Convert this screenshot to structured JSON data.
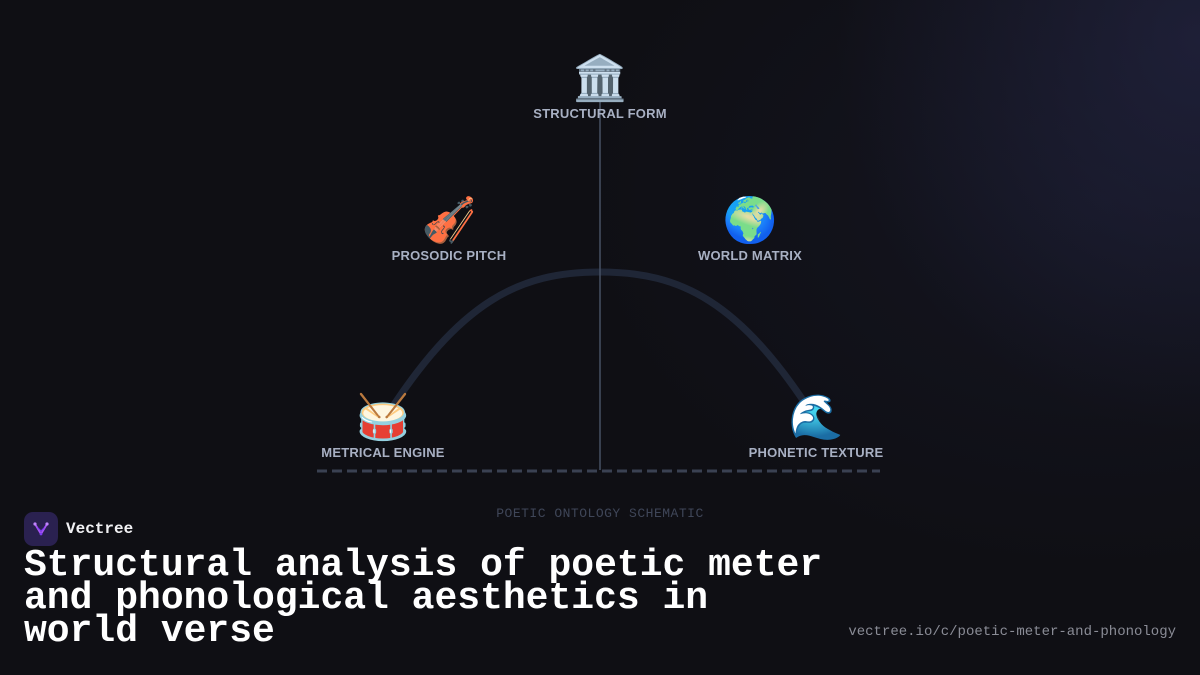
{
  "diagram": {
    "nodes": [
      {
        "id": "structural",
        "icon": "classical-building-icon",
        "emoji": "🏛️",
        "label": "STRUCTURAL FORM"
      },
      {
        "id": "prosodic",
        "icon": "violin-icon",
        "emoji": "🎻",
        "label": "PROSODIC PITCH"
      },
      {
        "id": "world",
        "icon": "globe-icon",
        "emoji": "🌍",
        "label": "WORLD MATRIX"
      },
      {
        "id": "metrical",
        "icon": "drum-icon",
        "emoji": "🥁",
        "label": "METRICAL ENGINE"
      },
      {
        "id": "phonetic",
        "icon": "water-wave-icon",
        "emoji": "🌊",
        "label": "PHONETIC TEXTURE"
      }
    ],
    "caption": "POETIC ONTOLOGY SCHEMATIC"
  },
  "brand": {
    "name": "Vectree",
    "logo_icon": "vectree-logo-icon",
    "logo_bg": "#2a2150",
    "logo_accent": "#a855f7"
  },
  "headline": "Structural analysis of poetic meter and phonological aesthetics in world verse",
  "url": "vectree.io/c/poetic-meter-and-phonology",
  "colors": {
    "background": "#0f0f14",
    "arc": "#1f2636",
    "axis": "#475063",
    "label": "#a8b0c3",
    "caption": "#3f4658"
  }
}
